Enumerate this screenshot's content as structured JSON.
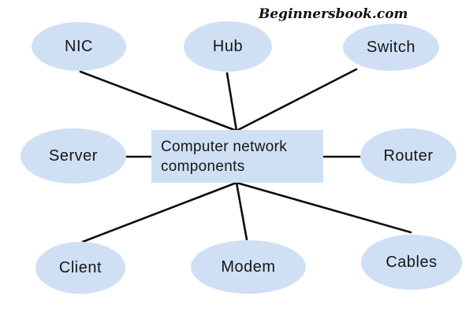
{
  "watermark": {
    "text": "Beginnersbook.com"
  },
  "diagram": {
    "center": {
      "label": "Computer network components"
    },
    "nodes": [
      {
        "label": "NIC"
      },
      {
        "label": "Hub"
      },
      {
        "label": "Switch"
      },
      {
        "label": "Server"
      },
      {
        "label": "Router"
      },
      {
        "label": "Client"
      },
      {
        "label": "Modem"
      },
      {
        "label": "Cables"
      }
    ]
  },
  "colors": {
    "node_fill": "#cfe0f5",
    "edge": "#0c0c0c",
    "text": "#161616",
    "background": "#ffffff"
  }
}
